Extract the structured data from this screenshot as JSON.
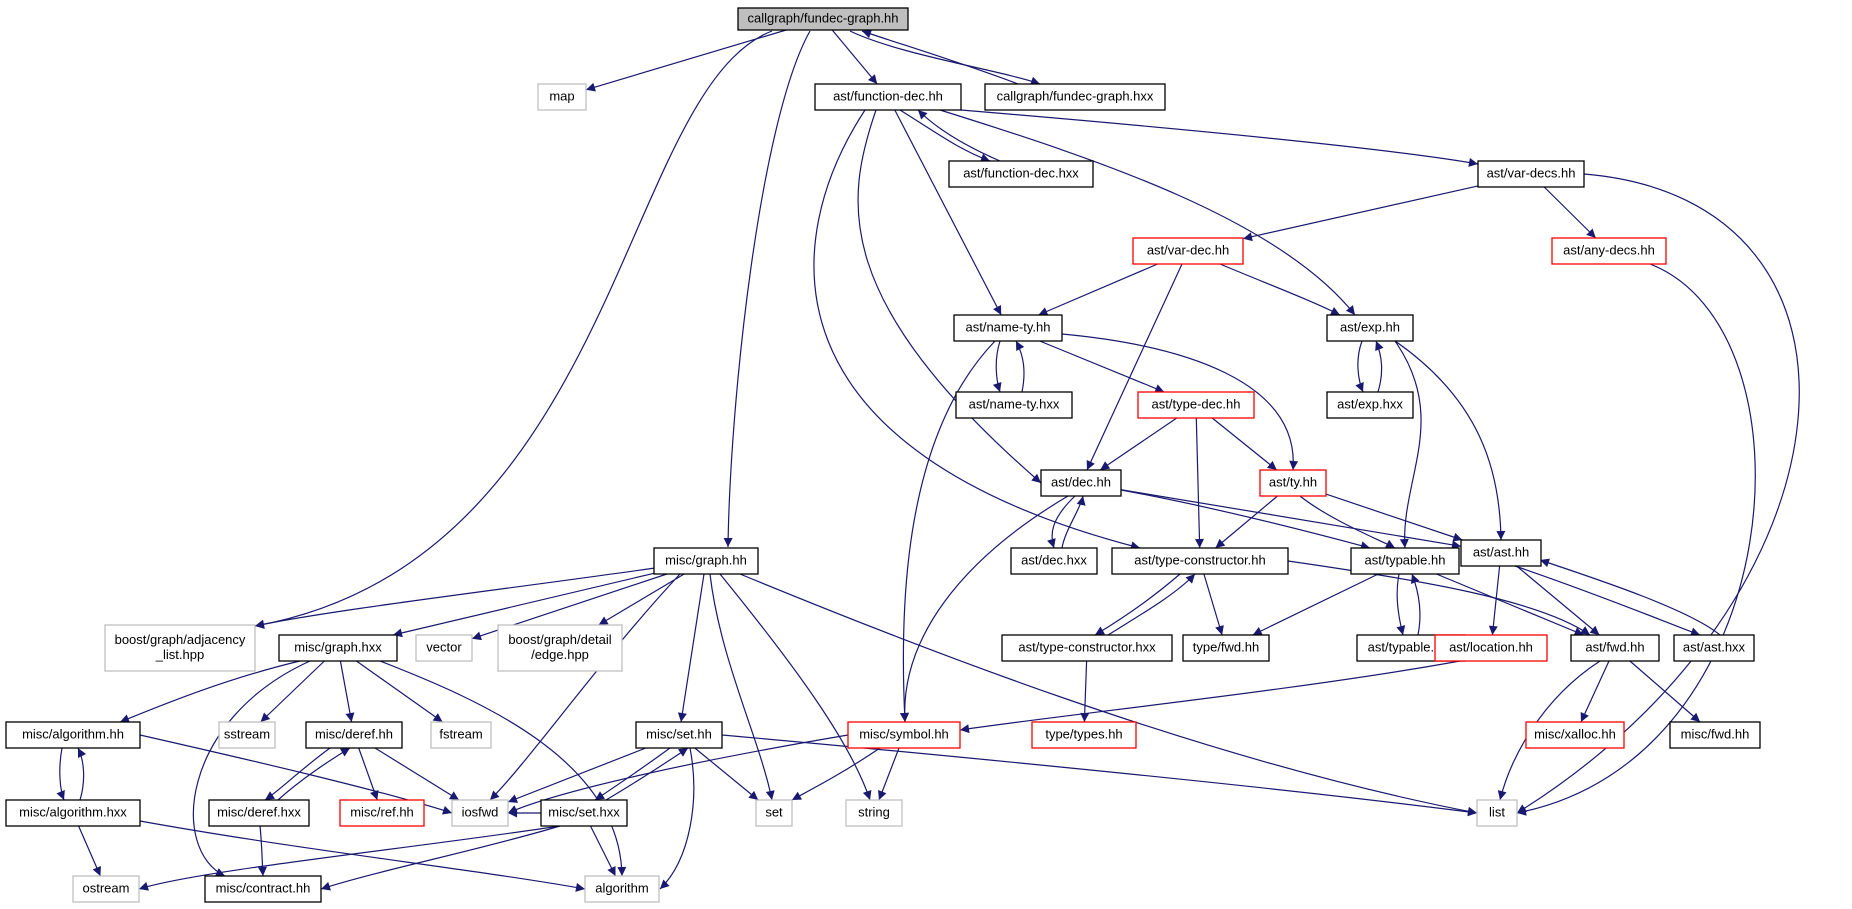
{
  "diagram": {
    "nodes": [
      {
        "id": "fundec_graph_hh",
        "label": "callgraph/fundec-graph.hh",
        "style": "root"
      },
      {
        "id": "map",
        "label": "map",
        "style": "gray"
      },
      {
        "id": "boost_adj",
        "label": "boost/graph/adjacency\n_list.hpp",
        "style": "gray"
      },
      {
        "id": "function_dec_hh",
        "label": "ast/function-dec.hh",
        "style": "black"
      },
      {
        "id": "fundec_graph_hxx",
        "label": "callgraph/fundec-graph.hxx",
        "style": "black"
      },
      {
        "id": "function_dec_hxx",
        "label": "ast/function-dec.hxx",
        "style": "black"
      },
      {
        "id": "var_decs_hh",
        "label": "ast/var-decs.hh",
        "style": "black"
      },
      {
        "id": "var_dec_hh",
        "label": "ast/var-dec.hh",
        "style": "red"
      },
      {
        "id": "any_decs_hh",
        "label": "ast/any-decs.hh",
        "style": "red"
      },
      {
        "id": "name_ty_hh",
        "label": "ast/name-ty.hh",
        "style": "black"
      },
      {
        "id": "exp_hh",
        "label": "ast/exp.hh",
        "style": "black"
      },
      {
        "id": "name_ty_hxx",
        "label": "ast/name-ty.hxx",
        "style": "black"
      },
      {
        "id": "type_dec_hh",
        "label": "ast/type-dec.hh",
        "style": "red"
      },
      {
        "id": "exp_hxx",
        "label": "ast/exp.hxx",
        "style": "black"
      },
      {
        "id": "dec_hh",
        "label": "ast/dec.hh",
        "style": "black"
      },
      {
        "id": "ty_hh",
        "label": "ast/ty.hh",
        "style": "red"
      },
      {
        "id": "misc_graph_hh",
        "label": "misc/graph.hh",
        "style": "black"
      },
      {
        "id": "dec_hxx",
        "label": "ast/dec.hxx",
        "style": "black"
      },
      {
        "id": "type_constructor_hh",
        "label": "ast/type-constructor.hh",
        "style": "black"
      },
      {
        "id": "typable_hh",
        "label": "ast/typable.hh",
        "style": "black"
      },
      {
        "id": "ast_hh",
        "label": "ast/ast.hh",
        "style": "black"
      },
      {
        "id": "misc_graph_hxx",
        "label": "misc/graph.hxx",
        "style": "black"
      },
      {
        "id": "vector",
        "label": "vector",
        "style": "gray"
      },
      {
        "id": "boost_edge",
        "label": "boost/graph/detail\n/edge.hpp",
        "style": "gray"
      },
      {
        "id": "type_constructor_hxx",
        "label": "ast/type-constructor.hxx",
        "style": "black"
      },
      {
        "id": "type_fwd_hh",
        "label": "type/fwd.hh",
        "style": "black"
      },
      {
        "id": "typable_hxx",
        "label": "ast/typable.hxx",
        "style": "black"
      },
      {
        "id": "location_hh",
        "label": "ast/location.hh",
        "style": "red"
      },
      {
        "id": "ast_fwd_hh",
        "label": "ast/fwd.hh",
        "style": "black"
      },
      {
        "id": "ast_hxx",
        "label": "ast/ast.hxx",
        "style": "black"
      },
      {
        "id": "algorithm_hh",
        "label": "misc/algorithm.hh",
        "style": "black"
      },
      {
        "id": "sstream",
        "label": "sstream",
        "style": "gray"
      },
      {
        "id": "deref_hh",
        "label": "misc/deref.hh",
        "style": "black"
      },
      {
        "id": "fstream",
        "label": "fstream",
        "style": "gray"
      },
      {
        "id": "set_hh",
        "label": "misc/set.hh",
        "style": "black"
      },
      {
        "id": "symbol_hh",
        "label": "misc/symbol.hh",
        "style": "red"
      },
      {
        "id": "types_hh",
        "label": "type/types.hh",
        "style": "red"
      },
      {
        "id": "xalloc_hh",
        "label": "misc/xalloc.hh",
        "style": "red"
      },
      {
        "id": "misc_fwd_hh",
        "label": "misc/fwd.hh",
        "style": "black"
      },
      {
        "id": "algorithm_hxx",
        "label": "misc/algorithm.hxx",
        "style": "black"
      },
      {
        "id": "deref_hxx",
        "label": "misc/deref.hxx",
        "style": "black"
      },
      {
        "id": "ref_hh",
        "label": "misc/ref.hh",
        "style": "red"
      },
      {
        "id": "iosfwd",
        "label": "iosfwd",
        "style": "gray"
      },
      {
        "id": "set_hxx",
        "label": "misc/set.hxx",
        "style": "black"
      },
      {
        "id": "set",
        "label": "set",
        "style": "gray"
      },
      {
        "id": "string",
        "label": "string",
        "style": "gray"
      },
      {
        "id": "list",
        "label": "list",
        "style": "gray"
      },
      {
        "id": "ostream",
        "label": "ostream",
        "style": "gray"
      },
      {
        "id": "contract_hh",
        "label": "misc/contract.hh",
        "style": "black"
      },
      {
        "id": "algorithm",
        "label": "algorithm",
        "style": "gray"
      }
    ],
    "edges": [
      [
        "fundec_graph_hh",
        "map"
      ],
      [
        "fundec_graph_hh",
        "boost_adj"
      ],
      [
        "fundec_graph_hh",
        "misc_graph_hh"
      ],
      [
        "fundec_graph_hh",
        "function_dec_hh"
      ],
      [
        "fundec_graph_hh",
        "fundec_graph_hxx"
      ],
      [
        "fundec_graph_hxx",
        "fundec_graph_hh"
      ],
      [
        "function_dec_hh",
        "function_dec_hxx"
      ],
      [
        "function_dec_hxx",
        "function_dec_hh"
      ],
      [
        "function_dec_hh",
        "var_decs_hh"
      ],
      [
        "function_dec_hh",
        "name_ty_hh"
      ],
      [
        "function_dec_hh",
        "exp_hh"
      ],
      [
        "function_dec_hh",
        "dec_hh"
      ],
      [
        "function_dec_hh",
        "type_constructor_hh"
      ],
      [
        "var_decs_hh",
        "var_dec_hh"
      ],
      [
        "var_decs_hh",
        "any_decs_hh"
      ],
      [
        "var_decs_hh",
        "list"
      ],
      [
        "any_decs_hh",
        "list"
      ],
      [
        "var_dec_hh",
        "name_ty_hh"
      ],
      [
        "var_dec_hh",
        "exp_hh"
      ],
      [
        "var_dec_hh",
        "dec_hh"
      ],
      [
        "name_ty_hh",
        "name_ty_hxx"
      ],
      [
        "name_ty_hxx",
        "name_ty_hh"
      ],
      [
        "name_ty_hh",
        "type_dec_hh"
      ],
      [
        "name_ty_hh",
        "ty_hh"
      ],
      [
        "name_ty_hh",
        "symbol_hh"
      ],
      [
        "exp_hh",
        "exp_hxx"
      ],
      [
        "exp_hxx",
        "exp_hh"
      ],
      [
        "exp_hh",
        "ast_hh"
      ],
      [
        "exp_hh",
        "typable_hh"
      ],
      [
        "type_dec_hh",
        "dec_hh"
      ],
      [
        "type_dec_hh",
        "ty_hh"
      ],
      [
        "type_dec_hh",
        "type_constructor_hh"
      ],
      [
        "dec_hh",
        "dec_hxx"
      ],
      [
        "dec_hxx",
        "dec_hh"
      ],
      [
        "dec_hh",
        "typable_hh"
      ],
      [
        "dec_hh",
        "ast_hh"
      ],
      [
        "dec_hh",
        "symbol_hh"
      ],
      [
        "ty_hh",
        "type_constructor_hh"
      ],
      [
        "ty_hh",
        "typable_hh"
      ],
      [
        "ty_hh",
        "ast_hh"
      ],
      [
        "type_constructor_hh",
        "type_constructor_hxx"
      ],
      [
        "type_constructor_hxx",
        "type_constructor_hh"
      ],
      [
        "type_constructor_hh",
        "type_fwd_hh"
      ],
      [
        "type_constructor_hh",
        "ast_fwd_hh"
      ],
      [
        "type_constructor_hxx",
        "types_hh"
      ],
      [
        "typable_hh",
        "typable_hxx"
      ],
      [
        "typable_hxx",
        "typable_hh"
      ],
      [
        "typable_hh",
        "type_fwd_hh"
      ],
      [
        "typable_hh",
        "ast_fwd_hh"
      ],
      [
        "ast_hh",
        "location_hh"
      ],
      [
        "ast_hh",
        "ast_fwd_hh"
      ],
      [
        "ast_hh",
        "ast_hxx"
      ],
      [
        "ast_hxx",
        "ast_hh"
      ],
      [
        "location_hh",
        "symbol_hh"
      ],
      [
        "ast_fwd_hh",
        "xalloc_hh"
      ],
      [
        "ast_fwd_hh",
        "misc_fwd_hh"
      ],
      [
        "ast_fwd_hh",
        "list"
      ],
      [
        "misc_graph_hh",
        "boost_adj"
      ],
      [
        "misc_graph_hh",
        "misc_graph_hxx"
      ],
      [
        "misc_graph_hh",
        "vector"
      ],
      [
        "misc_graph_hh",
        "boost_edge"
      ],
      [
        "misc_graph_hh",
        "set_hh"
      ],
      [
        "misc_graph_hh",
        "iosfwd"
      ],
      [
        "misc_graph_hh",
        "set"
      ],
      [
        "misc_graph_hh",
        "string"
      ],
      [
        "misc_graph_hh",
        "list"
      ],
      [
        "misc_graph_hxx",
        "algorithm_hh"
      ],
      [
        "misc_graph_hxx",
        "sstream"
      ],
      [
        "misc_graph_hxx",
        "deref_hh"
      ],
      [
        "misc_graph_hxx",
        "fstream"
      ],
      [
        "misc_graph_hxx",
        "contract_hh"
      ],
      [
        "misc_graph_hxx",
        "algorithm"
      ],
      [
        "algorithm_hh",
        "algorithm_hxx"
      ],
      [
        "algorithm_hxx",
        "algorithm_hh"
      ],
      [
        "algorithm_hh",
        "iosfwd"
      ],
      [
        "algorithm_hxx",
        "ostream"
      ],
      [
        "algorithm_hxx",
        "algorithm"
      ],
      [
        "deref_hh",
        "deref_hxx"
      ],
      [
        "deref_hxx",
        "deref_hh"
      ],
      [
        "deref_hh",
        "ref_hh"
      ],
      [
        "deref_hh",
        "iosfwd"
      ],
      [
        "deref_hxx",
        "contract_hh"
      ],
      [
        "set_hh",
        "set_hxx"
      ],
      [
        "set_hxx",
        "set_hh"
      ],
      [
        "set_hh",
        "iosfwd"
      ],
      [
        "set_hh",
        "set"
      ],
      [
        "set_hh",
        "algorithm"
      ],
      [
        "set_hh",
        "list"
      ],
      [
        "set_hxx",
        "iosfwd"
      ],
      [
        "set_hxx",
        "algorithm"
      ],
      [
        "set_hxx",
        "ostream"
      ],
      [
        "set_hxx",
        "contract_hh"
      ],
      [
        "symbol_hh",
        "iosfwd"
      ],
      [
        "symbol_hh",
        "set"
      ],
      [
        "symbol_hh",
        "string"
      ]
    ]
  }
}
